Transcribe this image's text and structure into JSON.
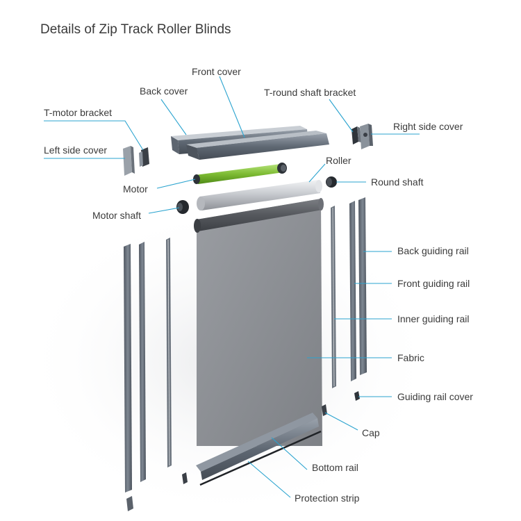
{
  "title": "Details of  Zip Track Roller Blinds",
  "labels": {
    "front_cover": "Front cover",
    "back_cover": "Back cover",
    "t_round_shaft_bracket": "T-round shaft bracket",
    "t_motor_bracket": "T-motor bracket",
    "right_side_cover": "Right side cover",
    "left_side_cover": "Left side cover",
    "roller": "Roller",
    "motor": "Motor",
    "round_shaft": "Round shaft",
    "motor_shaft": "Motor shaft",
    "back_guiding_rail": "Back guiding rail",
    "front_guiding_rail": "Front guiding rail",
    "inner_guiding_rail": "Inner guiding rail",
    "fabric": "Fabric",
    "guiding_rail_cover": "Guiding rail cover",
    "cap": "Cap",
    "bottom_rail": "Bottom rail",
    "protection_strip": "Protection strip"
  },
  "colors": {
    "leader": "#2aa3cf",
    "text": "#3a3a3a",
    "metal_dark": "#5e6773",
    "metal_mid": "#7d8692",
    "motor_green": "#8cc63f",
    "fabric": "#8a8d92"
  }
}
